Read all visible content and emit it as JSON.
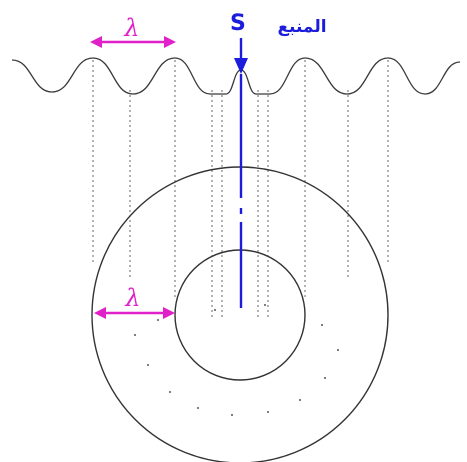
{
  "labels": {
    "wavelength_top": "λ",
    "wavelength_ring": "λ",
    "source_letter": "S",
    "source_word": "المنبع"
  },
  "colors": {
    "wave": "#3a3a3a",
    "circle": "#333333",
    "dotted": "#555555",
    "source": "#1c1cdc",
    "lambda": "#e020c8"
  }
}
